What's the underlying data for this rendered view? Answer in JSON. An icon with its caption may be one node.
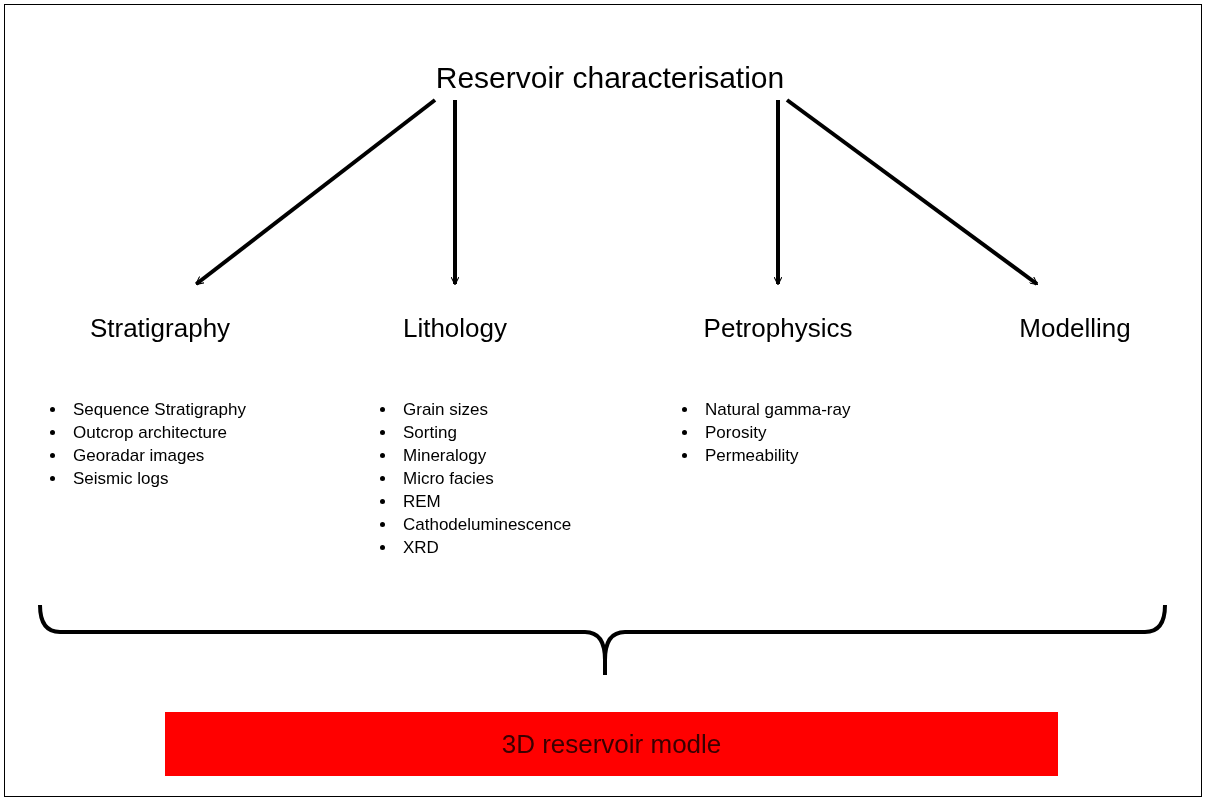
{
  "diagram": {
    "nodes": [
      {
        "text": [
          "Reservoir characterisation"
        ]
      },
      {
        "text": [
          "Stratigraphy"
        ],
        "beside": [
          "Sequence Stratigraphy",
          "Outcrop architecture",
          "Georadar images",
          "Seismic logs"
        ]
      },
      {
        "text": [
          "Lithology"
        ],
        "beside": [
          "Grain sizes",
          "Sorting",
          "Mineralogy",
          "Micro facies",
          "REM",
          "Cathodeluminescence",
          "XRD"
        ]
      },
      {
        "text": [
          "Petrophysics"
        ],
        "beside": [
          "Natural gamma-ray",
          "Porosity",
          "Permeability"
        ]
      },
      {
        "text": [
          "Modelling"
        ]
      },
      {
        "text": [
          "3D reservoir modle"
        ]
      }
    ],
    "edges": [
      {
        "from": 0,
        "to": 1,
        "arrow": "to"
      },
      {
        "from": 0,
        "to": 2,
        "arrow": "to"
      },
      {
        "from": 0,
        "to": 3,
        "arrow": "to"
      },
      {
        "from": 0,
        "to": 4,
        "arrow": "to"
      }
    ]
  }
}
